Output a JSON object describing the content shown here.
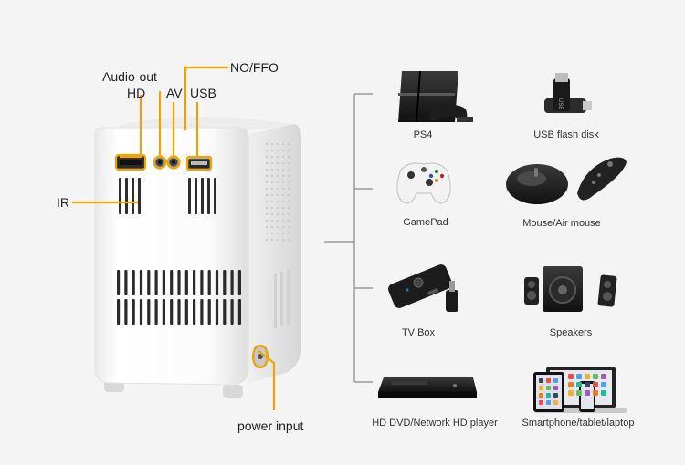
{
  "colors": {
    "accent": "#f0a400",
    "background": "#f4f4f4",
    "connector_lines": "#9a9a9a",
    "projector_body": "#ffffff"
  },
  "port_labels": {
    "audio_out": "Audio-out",
    "hd": "HD",
    "av": "AV",
    "usb": "USB",
    "no_ffo": "NO/FFO",
    "ir": "IR",
    "power_input": "power input"
  },
  "devices": [
    {
      "id": "ps4",
      "label": "PS4",
      "icon": "game-console-icon"
    },
    {
      "id": "usb-flash",
      "label": "USB flash disk",
      "icon": "usb-flash-drive-icon"
    },
    {
      "id": "gamepad",
      "label": "GamePad",
      "icon": "gamepad-icon"
    },
    {
      "id": "mouse",
      "label": "Mouse/Air mouse",
      "icon": "mouse-icon"
    },
    {
      "id": "tv-box",
      "label": "TV Box",
      "icon": "tv-box-icon"
    },
    {
      "id": "speakers",
      "label": "Speakers",
      "icon": "speakers-icon"
    },
    {
      "id": "hd-dvd",
      "label": "HD DVD/Network HD player",
      "icon": "dvd-player-icon"
    },
    {
      "id": "smart-devices",
      "label": "Smartphone/tablet/laptop",
      "icon": "smart-devices-icon"
    }
  ]
}
